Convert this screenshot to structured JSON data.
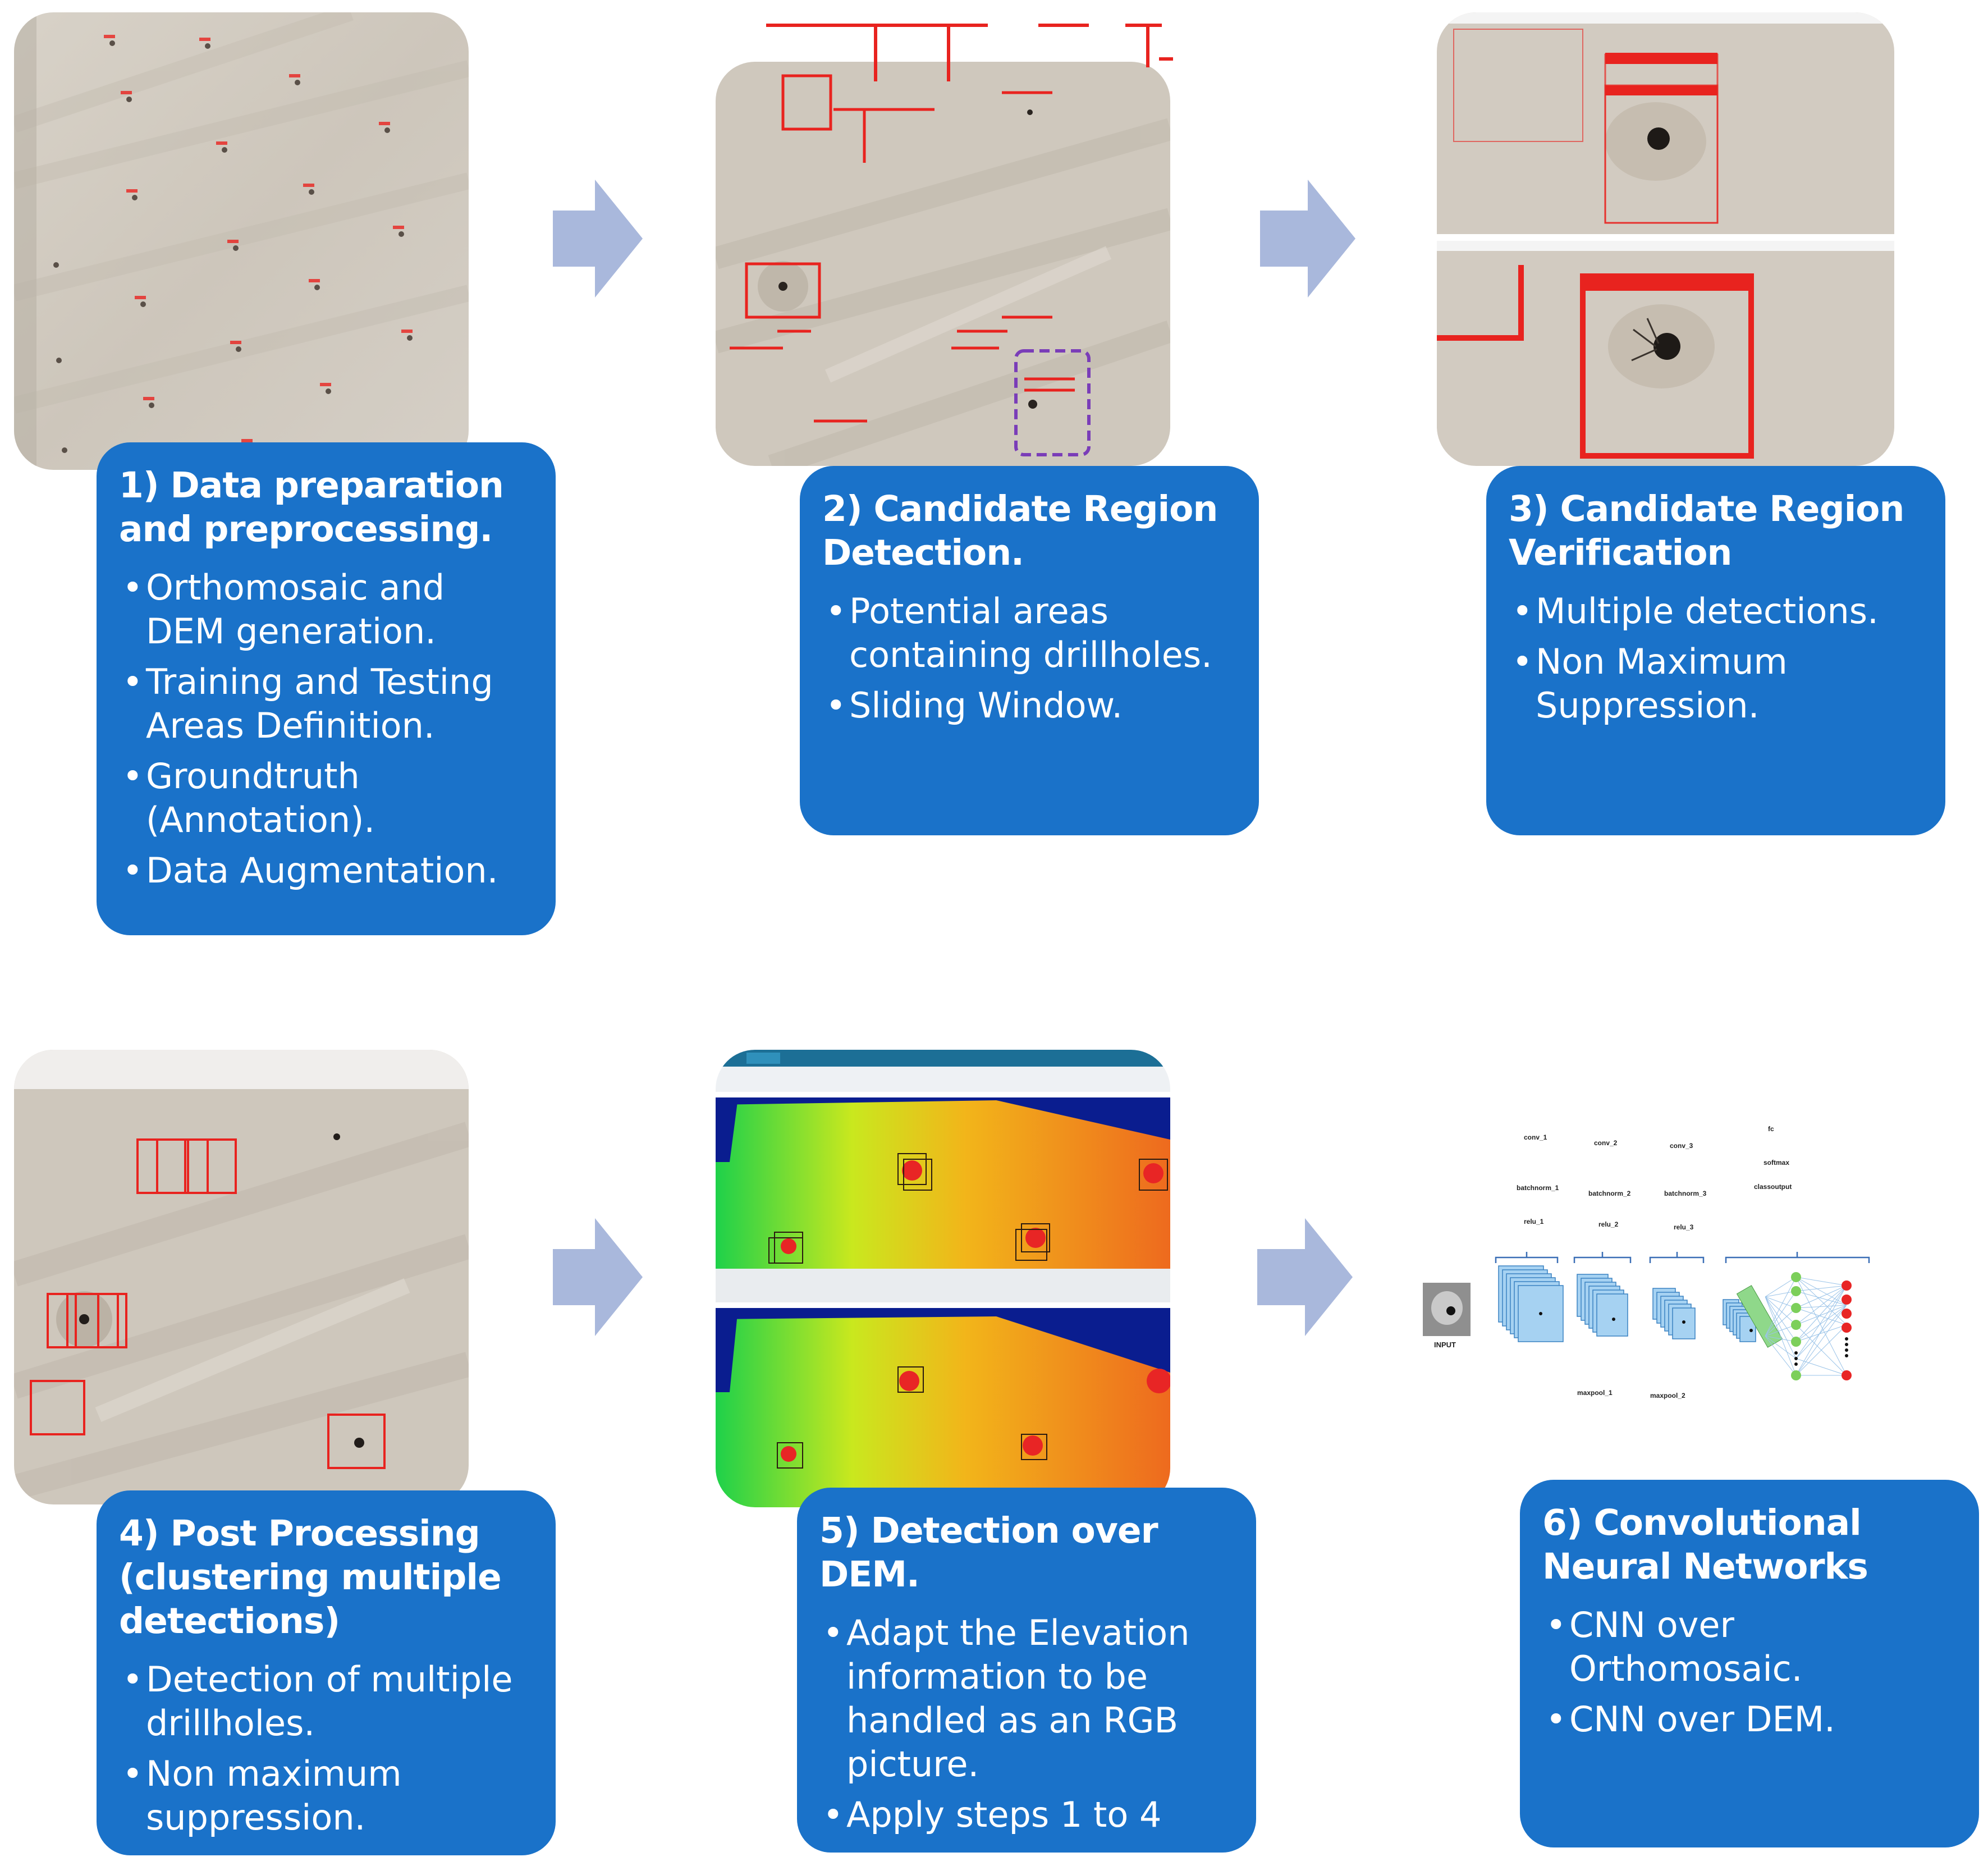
{
  "steps": [
    {
      "title": "1) Data preparation and preprocessing.",
      "bullets": [
        "Orthomosaic and DEM generation.",
        "Training and Testing Areas Definition.",
        "Groundtruth (Annotation).",
        "Data Augmentation."
      ]
    },
    {
      "title": "2) Candidate Region Detection.",
      "bullets": [
        "Potential areas containing drillholes.",
        "Sliding Window."
      ]
    },
    {
      "title": "3) Candidate Region Verification",
      "bullets": [
        "Multiple detections.",
        "Non Maximum Suppression."
      ]
    },
    {
      "title": "4) Post Processing (clustering multiple detections)",
      "bullets": [
        "Detection of multiple drillholes.",
        "Non maximum suppression."
      ]
    },
    {
      "title": "5) Detection over DEM.",
      "bullets": [
        "Adapt the Elevation information to be handled as an RGB picture.",
        "Apply steps 1 to 4"
      ]
    },
    {
      "title": "6) Convolutional Neural Networks",
      "bullets": [
        "CNN over Orthomosaic.",
        "CNN over DEM."
      ]
    }
  ],
  "cnn_labels": {
    "input": "INPUT",
    "conv1": "conv_1",
    "conv2": "conv_2",
    "conv3": "conv_3",
    "fc": "fc",
    "softmax": "softmax",
    "classoutput": "classoutput",
    "batchnorm1": "batchnorm_1",
    "batchnorm2": "batchnorm_2",
    "batchnorm3": "batchnorm_3",
    "relu1": "relu_1",
    "relu2": "relu_2",
    "relu3": "relu_3",
    "maxpool1": "maxpool_1",
    "maxpool2": "maxpool_2"
  },
  "colors": {
    "card": "#1a72c9",
    "arrow": "#a9b8dc",
    "detection_box": "#e8231f",
    "highlight_box": "#7a3db8"
  }
}
